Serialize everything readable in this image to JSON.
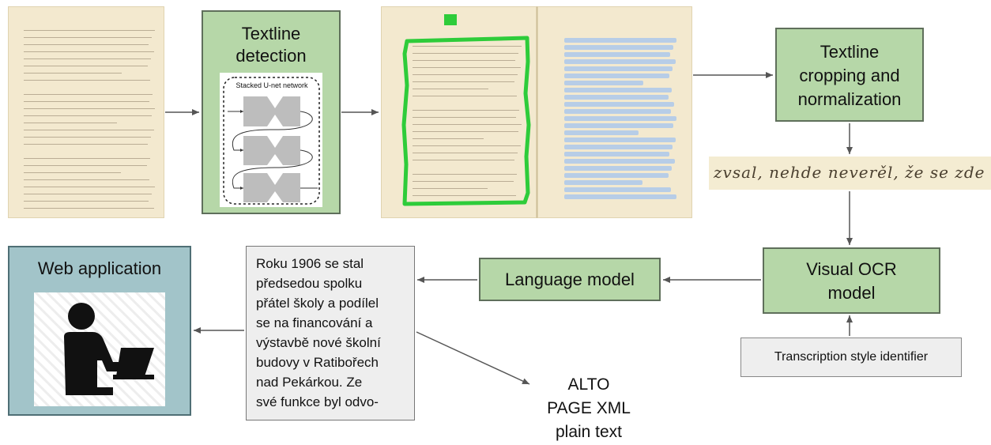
{
  "textline_detection": {
    "title_line1": "Textline",
    "title_line2": "detection",
    "network_label": "Stacked U-net network"
  },
  "textline_cropping": {
    "title_line1": "Textline",
    "title_line2": "cropping and",
    "title_line3": "normalization"
  },
  "handwriting_strip": {
    "text": "zvsal, nehde neverěl, že se zde"
  },
  "visual_ocr": {
    "title_line1": "Visual OCR",
    "title_line2": "model"
  },
  "transcription_style": {
    "label": "Transcription style identifier"
  },
  "language_model": {
    "label": "Language model"
  },
  "ocr_text": {
    "lines": [
      "Roku 1906 se stal",
      "předsedou spolku",
      "přátel školy a podílel",
      "se na financování a",
      "výstavbě nové školní",
      "budovy v Ratibořech",
      "nad Pekárkou. Ze",
      "své funkce byl odvo-"
    ]
  },
  "outputs": {
    "line1": "ALTO",
    "line2": "PAGE XML",
    "line3": "plain text"
  },
  "web_app": {
    "title": "Web application"
  },
  "colors": {
    "process_box": "#b6d7a8",
    "web_app_box": "#a2c4c9",
    "text_box": "#eeeeee",
    "detection_outline": "#2ecc3a",
    "textline_highlight": "#b7cde7",
    "paper": "#f3e9cf"
  },
  "icons": {
    "user": "person-at-laptop-icon"
  }
}
